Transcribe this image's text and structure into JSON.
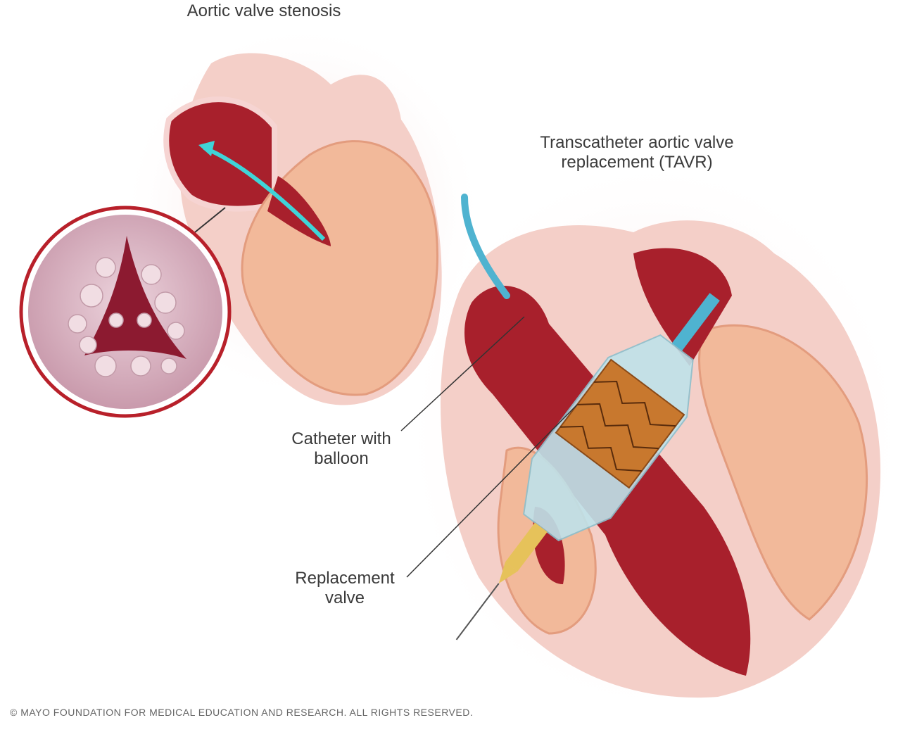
{
  "labels": {
    "stenosis_title": "Aortic valve stenosis",
    "tavr_title_line1": "Transcatheter aortic valve",
    "tavr_title_line2": "replacement (TAVR)",
    "catheter_line1": "Catheter with",
    "catheter_line2": "balloon",
    "valve_line1": "Replacement",
    "valve_line2": "valve"
  },
  "copyright": "© MAYO FOUNDATION FOR MEDICAL EDUCATION AND RESEARCH. ALL RIGHTS RESERVED.",
  "colors": {
    "muscle": "#f2b99a",
    "chamber": "#a8202c",
    "vessel": "#f6d4d2",
    "catheter": "#4fb3d0",
    "valve_frame": "#c8782e",
    "flow_arrow": "#3fd4d8"
  }
}
